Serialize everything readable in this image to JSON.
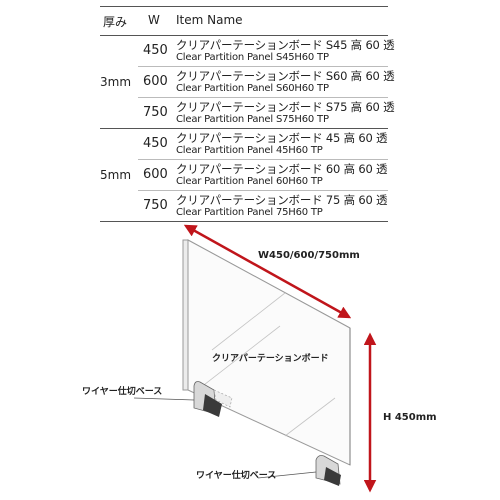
{
  "table": {
    "headers": {
      "thickness": "厚み",
      "width": "W",
      "item_name": "Item Name"
    },
    "groups": [
      {
        "thickness": "3mm",
        "rows": [
          {
            "w": "450",
            "jp": "クリアパーテーションボード S45 高 60 透",
            "en": "Clear Partition Panel S45H60 TP"
          },
          {
            "w": "600",
            "jp": "クリアパーテーションボード S60 高 60 透",
            "en": "Clear Partition Panel S60H60 TP"
          },
          {
            "w": "750",
            "jp": "クリアパーテーションボード S75 高 60 透",
            "en": "Clear Partition Panel S75H60 TP"
          }
        ]
      },
      {
        "thickness": "5mm",
        "rows": [
          {
            "w": "450",
            "jp": "クリアパーテーションボード 45 高 60 透",
            "en": "Clear Partition Panel 45H60 TP"
          },
          {
            "w": "600",
            "jp": "クリアパーテーションボード 60 高 60 透",
            "en": "Clear Partition Panel 60H60 TP"
          },
          {
            "w": "750",
            "jp": "クリアパーテーションボード 75 高 60 透",
            "en": "Clear Partition Panel 75H60 TP"
          }
        ]
      }
    ]
  },
  "diagram": {
    "width_label": "W450/600/750mm",
    "height_label": "H 450mm",
    "panel_label": "クリアパーテーションボード",
    "base_label_left": "ワイヤー仕切ベース",
    "base_label_bottom": "ワイヤー仕切ベース",
    "arrow_color": "#c0151b"
  }
}
